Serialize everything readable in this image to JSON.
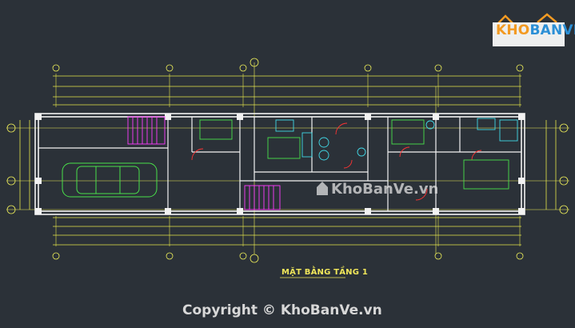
{
  "watermark_brand": {
    "part1": "KHO",
    "part2": "BANVE"
  },
  "drawing_title": "MẶT BẰNG TẦNG 1",
  "center_watermark": "KhoBanVe.vn",
  "copyright": "Copyright © KhoBanVe.vn",
  "colors": {
    "background": "#2b3138",
    "walls": "#f2f2f2",
    "dimensions": "#e6e64a",
    "grid": "#f0f05a",
    "furniture": "#49e14a",
    "stairs": "#ff3cff",
    "doors": "#ff3333",
    "fixtures": "#41d8e6",
    "accent": "#f39a22"
  }
}
